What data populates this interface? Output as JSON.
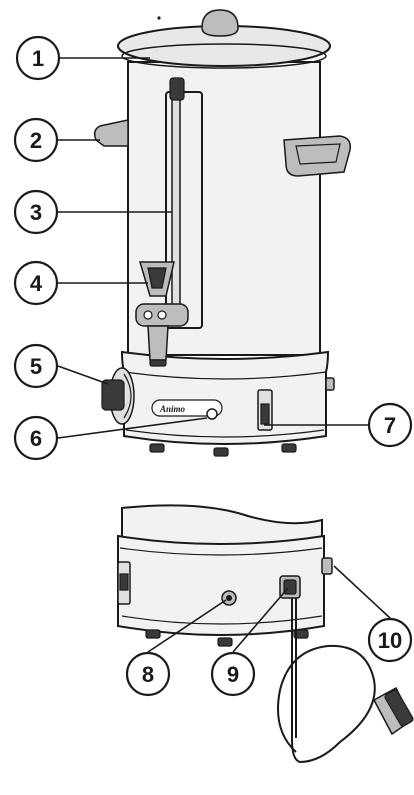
{
  "callouts": [
    {
      "id": "1",
      "label": "1"
    },
    {
      "id": "2",
      "label": "2"
    },
    {
      "id": "3",
      "label": "3"
    },
    {
      "id": "4",
      "label": "4"
    },
    {
      "id": "5",
      "label": "5"
    },
    {
      "id": "6",
      "label": "6"
    },
    {
      "id": "7",
      "label": "7"
    },
    {
      "id": "8",
      "label": "8"
    },
    {
      "id": "9",
      "label": "9"
    },
    {
      "id": "10",
      "label": "10"
    }
  ],
  "brand_label": "Animo",
  "colors": {
    "outline": "#1a1a1a",
    "body": "#f2f2f2",
    "shade": "#bdbdbd"
  }
}
